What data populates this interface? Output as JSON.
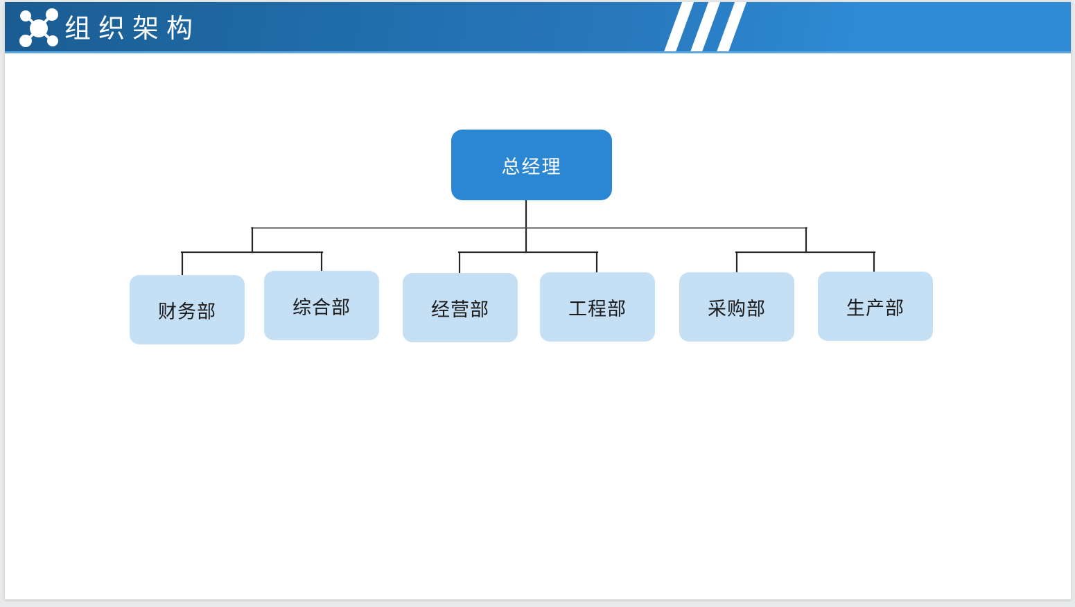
{
  "header": {
    "title": "组织架构",
    "icon": "network-nodes-icon",
    "gradient_from": "#1a5c92",
    "gradient_to": "#2e8bd4",
    "rule_color": "#5ba4dc",
    "decor": [
      "slash-1",
      "slash-2",
      "slash-3"
    ]
  },
  "chart_data": {
    "type": "diagram",
    "title": "组织架构",
    "root": {
      "label": "总经理",
      "color": "#2b87d3",
      "text_color": "#ffffff"
    },
    "node_color": "#c5dff5",
    "node_text_color": "#1b1b1b",
    "connector_color": "#262626",
    "groups": [
      {
        "name": "group-left",
        "children": [
          {
            "label": "财务部"
          },
          {
            "label": "综合部"
          }
        ]
      },
      {
        "name": "group-center",
        "children": [
          {
            "label": "经营部"
          },
          {
            "label": "工程部"
          }
        ]
      },
      {
        "name": "group-right",
        "children": [
          {
            "label": "采购部"
          },
          {
            "label": "生产部"
          }
        ]
      }
    ],
    "departments": [
      "财务部",
      "综合部",
      "经营部",
      "工程部",
      "采购部",
      "生产部"
    ],
    "levels": 2,
    "node_count": 7
  }
}
